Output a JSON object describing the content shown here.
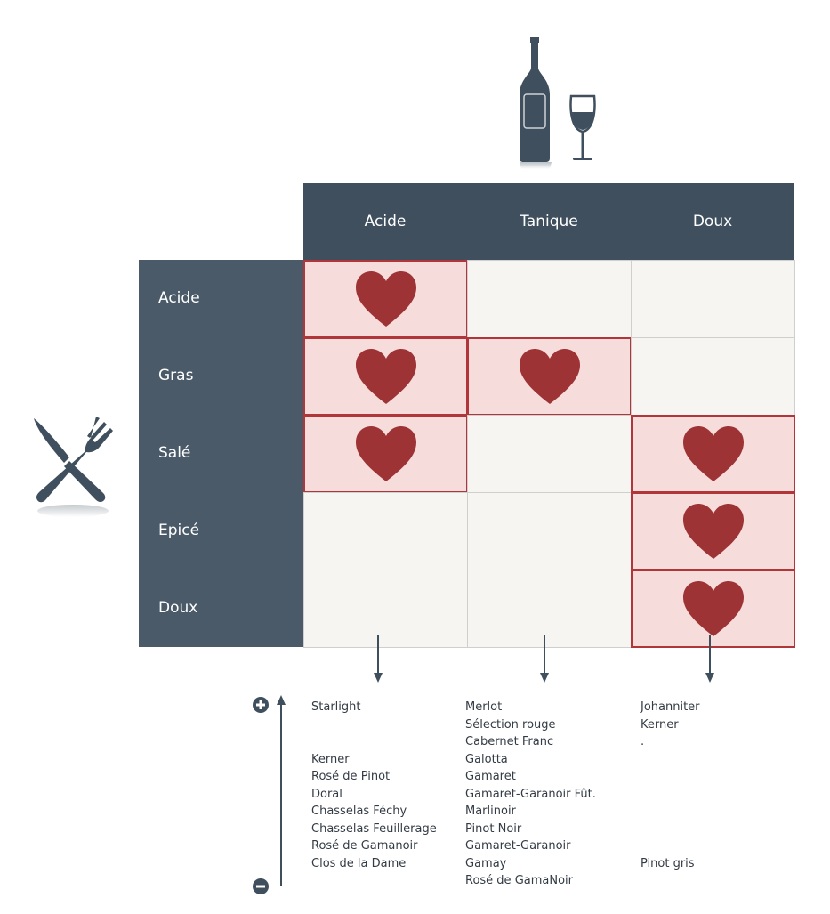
{
  "columns": [
    "Acide",
    "Tanique",
    "Doux"
  ],
  "rows": [
    "Acide",
    "Gras",
    "Salé",
    "Epicé",
    "Doux"
  ],
  "matches": [
    [
      true,
      false,
      false
    ],
    [
      true,
      true,
      false
    ],
    [
      true,
      false,
      true
    ],
    [
      false,
      false,
      true
    ],
    [
      false,
      false,
      true
    ]
  ],
  "colors": {
    "header": "#3f4f5e",
    "row_header": "#4a5a69",
    "cell": "#f7f5f2",
    "match_cell": "#f6dddc",
    "match_border": "#b1363a",
    "heart": "#9e3336"
  },
  "icons": [
    "wine-bottle-icon",
    "wine-glass-icon",
    "knife-fork-icon",
    "heart-icon",
    "plus-icon",
    "minus-icon"
  ],
  "wine_lists": [
    [
      "Starlight",
      "",
      "",
      "Kerner",
      "Rosé de Pinot",
      "Doral",
      "Chasselas Féchy",
      "Chasselas Feuillerage",
      "Rosé de Gamanoir",
      "Clos de la Dame",
      ""
    ],
    [
      "Merlot",
      "Sélection rouge",
      "Cabernet Franc",
      "Galotta",
      "Gamaret",
      "Gamaret-Garanoir Fût.",
      "Marlinoir",
      "Pinot Noir",
      "Gamaret-Garanoir",
      "Gamay",
      "Rosé de GamaNoir"
    ],
    [
      "Johanniter",
      "Kerner",
      ".",
      "",
      "",
      "",
      "",
      "",
      "",
      "Pinot gris",
      ""
    ]
  ]
}
